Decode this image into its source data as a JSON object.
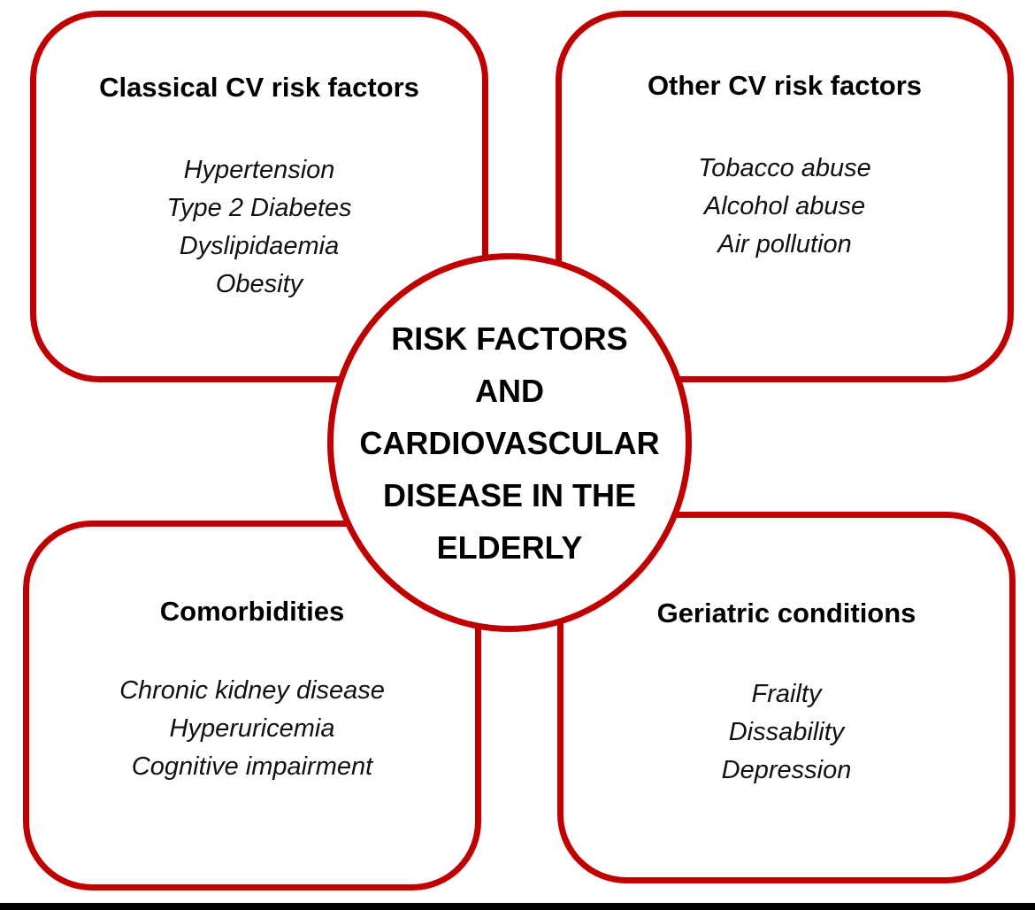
{
  "colors": {
    "border": "#c00000",
    "background": "#ffffff",
    "text": "#000000"
  },
  "center": {
    "lines": [
      "RISK FACTORS",
      "AND",
      "CARDIOVASCULAR",
      "DISEASE IN THE",
      "ELDERLY"
    ]
  },
  "boxes": {
    "top_left": {
      "title": "Classical CV risk factors",
      "items": [
        "Hypertension",
        "Type 2 Diabetes",
        "Dyslipidaemia",
        "Obesity"
      ]
    },
    "top_right": {
      "title": "Other CV risk factors",
      "items": [
        "Tobacco abuse",
        "Alcohol abuse",
        "Air pollution"
      ]
    },
    "bottom_left": {
      "title": "Comorbidities",
      "items": [
        "Chronic kidney disease",
        "Hyperuricemia",
        "Cognitive impairment"
      ]
    },
    "bottom_right": {
      "title": "Geriatric conditions",
      "items": [
        "Frailty",
        "Dissability",
        "Depression"
      ]
    }
  }
}
